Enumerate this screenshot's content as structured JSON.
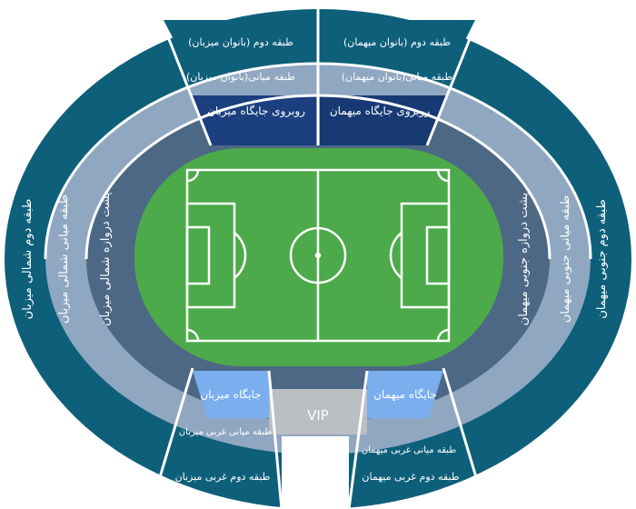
{
  "colors": {
    "outer_ring": "#0e5f7a",
    "middle_ring": "#8fa7c0",
    "inner_ring": "#4d6885",
    "host_opposite": "#1b3f7f",
    "guest_opposite": "#173a74",
    "host_stand": "#7aaeef",
    "guest_stand": "#7aaeef",
    "vip": "#bbbec2",
    "pitch": "#4caa4a",
    "lines": "#ffffff",
    "separator": "#ffffff"
  },
  "sections": {
    "north_outer": "طبقه دوم شمالی میزبان",
    "north_middle": "طبقه میانی شمالی میزبان",
    "north_inner": "پشت دروازه شمالی میزبان",
    "south_outer": "طبقه دوم جنوبی میهمان",
    "south_middle": "طبقه میانی جنوبی میهمان",
    "south_inner": "پشت دروازه جنوبی میهمان",
    "top_left_outer": "طبقه دوم (بانوان میزبان)",
    "top_left_middle": "طبقه میانی(بانوان میزبان)",
    "top_left_inner": "روبروی جایگاه میزبان",
    "top_right_outer": "طبقه دوم (بانوان میهمان)",
    "top_right_middle": "طبقه میانی(بانوان میهمان)",
    "top_right_inner": "روبروی جایگاه میهمان",
    "bottom_left_stand": "جایگاه میزبان",
    "bottom_left_middle": "طبقه میانی غربی میزبان",
    "bottom_left_outer": "طبقه دوم غربی میزبان",
    "bottom_right_stand": "جایگاه میهمان",
    "bottom_right_middle": "طبقه میانی غربی میهمان",
    "bottom_right_outer": "طبقه دوم غربی میهمان",
    "vip": "VIP"
  }
}
